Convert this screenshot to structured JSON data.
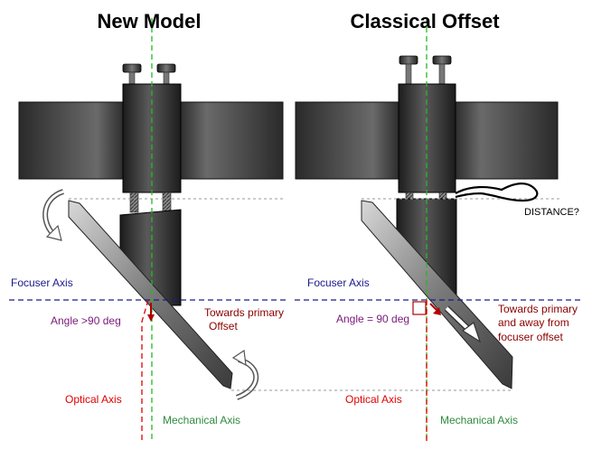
{
  "panels": {
    "left": {
      "title": "New Model",
      "focuser_axis": "Focuser Axis",
      "angle": "Angle >90 deg",
      "towards_line1": "Towards primary",
      "towards_line2": "Offset",
      "optical_axis": "Optical Axis",
      "mechanical_axis": "Mechanical Axis"
    },
    "right": {
      "title": "Classical Offset",
      "focuser_axis": "Focuser Axis",
      "angle": "Angle = 90 deg",
      "towards_line1": "Towards primary",
      "towards_line2": "and away from",
      "towards_line3": "focuser offset",
      "distance": "DISTANCE?",
      "optical_axis": "Optical Axis",
      "mechanical_axis": "Mechanical Axis"
    }
  },
  "colors": {
    "focuser_axis": "#1a1a8c",
    "optical_axis": "#e00000",
    "mechanical_axis": "#22bb22",
    "angle_label": "#7a1a7a",
    "towards_label": "#8b0000",
    "mechanical_label": "#2e8b3e",
    "focuser_label": "#1a1a8c"
  }
}
